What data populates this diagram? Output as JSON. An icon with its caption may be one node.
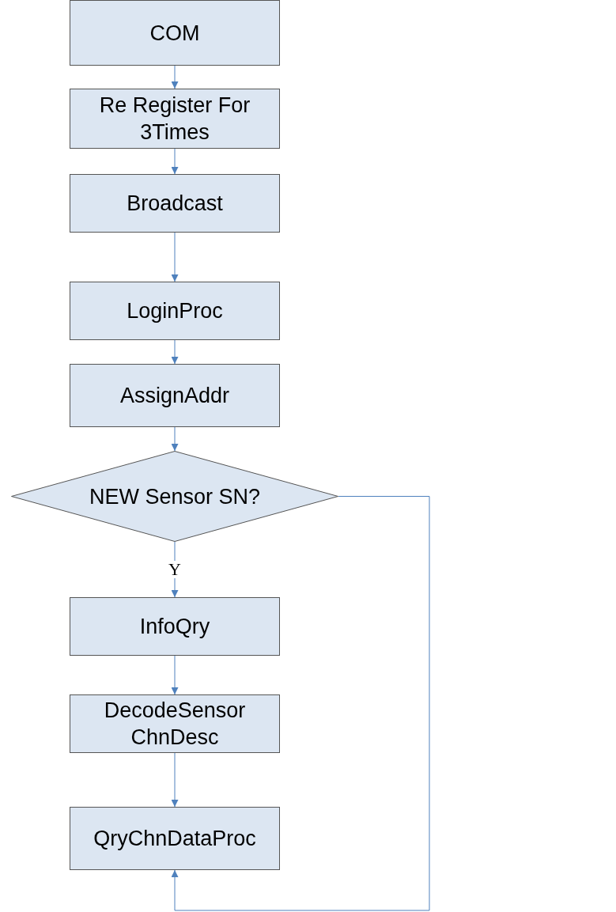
{
  "diagram": {
    "nodes": [
      {
        "text": [
          "COM"
        ]
      },
      {
        "text": [
          "Re Register For 3Times"
        ]
      },
      {
        "text": [
          "Broadcast"
        ]
      },
      {
        "text": [
          "LoginProc"
        ]
      },
      {
        "text": [
          "AssignAddr"
        ]
      },
      {
        "text": [
          "NEW Sensor SN?"
        ]
      },
      {
        "text": [
          "InfoQry"
        ]
      },
      {
        "text": [
          "DecodeSensor ChnDesc"
        ]
      },
      {
        "text": [
          "QryChnDataProc"
        ]
      }
    ],
    "edges": [
      {
        "from": 0,
        "to": 1,
        "arrow": "to"
      },
      {
        "from": 1,
        "to": 2,
        "arrow": "to"
      },
      {
        "from": 2,
        "to": 3,
        "arrow": "to"
      },
      {
        "from": 3,
        "to": 4,
        "arrow": "to"
      },
      {
        "from": 4,
        "to": 5,
        "arrow": "to"
      },
      {
        "from": 5,
        "to": 6,
        "arrow": "to",
        "label": "Y"
      },
      {
        "from": 6,
        "to": 7,
        "arrow": "to"
      },
      {
        "from": 7,
        "to": 8,
        "arrow": "to"
      },
      {
        "from": 5,
        "to": 8,
        "arrow": "to"
      }
    ]
  }
}
